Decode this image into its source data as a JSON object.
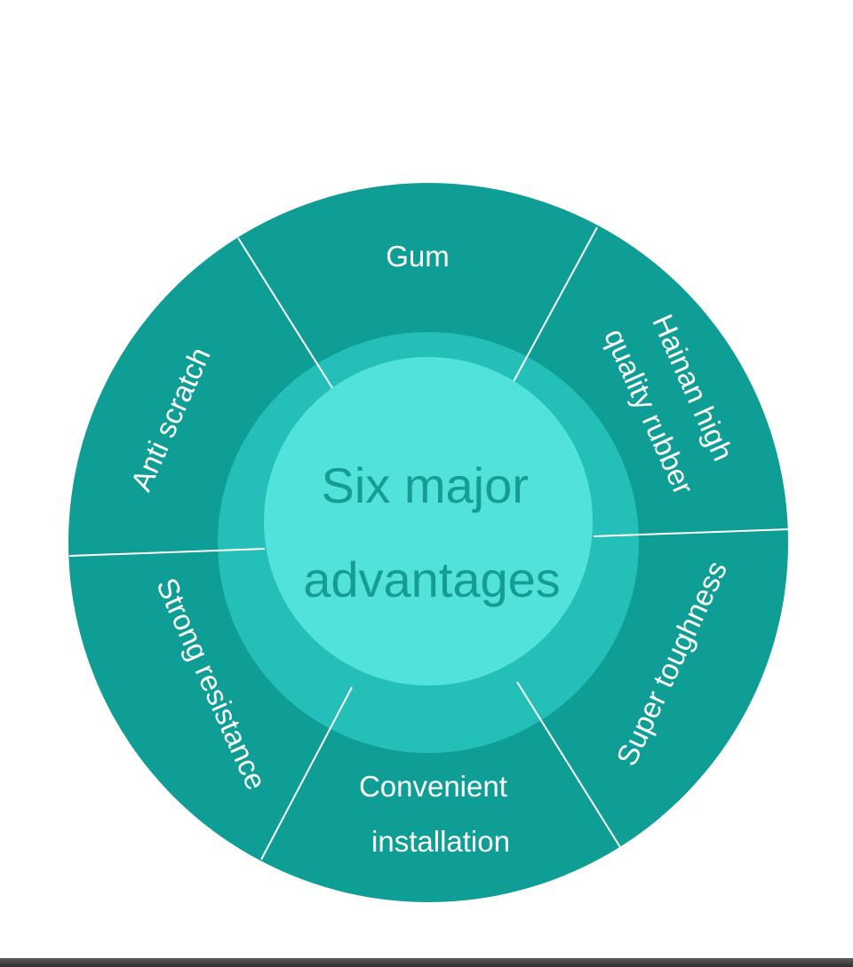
{
  "diagram": {
    "center_lines": [
      "Six major",
      "advantages"
    ],
    "segments": [
      {
        "id": "gum",
        "lines": [
          "Gum"
        ]
      },
      {
        "id": "hainan",
        "lines": [
          "Hainan high",
          "quality rubber"
        ]
      },
      {
        "id": "toughness",
        "lines": [
          "Super toughness"
        ]
      },
      {
        "id": "installation",
        "lines": [
          "Convenient",
          "installation"
        ]
      },
      {
        "id": "resistance",
        "lines": [
          "Strong resistance"
        ]
      },
      {
        "id": "scratch",
        "lines": [
          "Anti scratch"
        ]
      }
    ],
    "colors": {
      "outer_ring": "#0f9e96",
      "middle_ring": "#25bfb9",
      "inner_circle": "#52e2dc",
      "center_text": "#159c93",
      "segment_text": "#ffffff",
      "divider": "#ffffff"
    }
  }
}
